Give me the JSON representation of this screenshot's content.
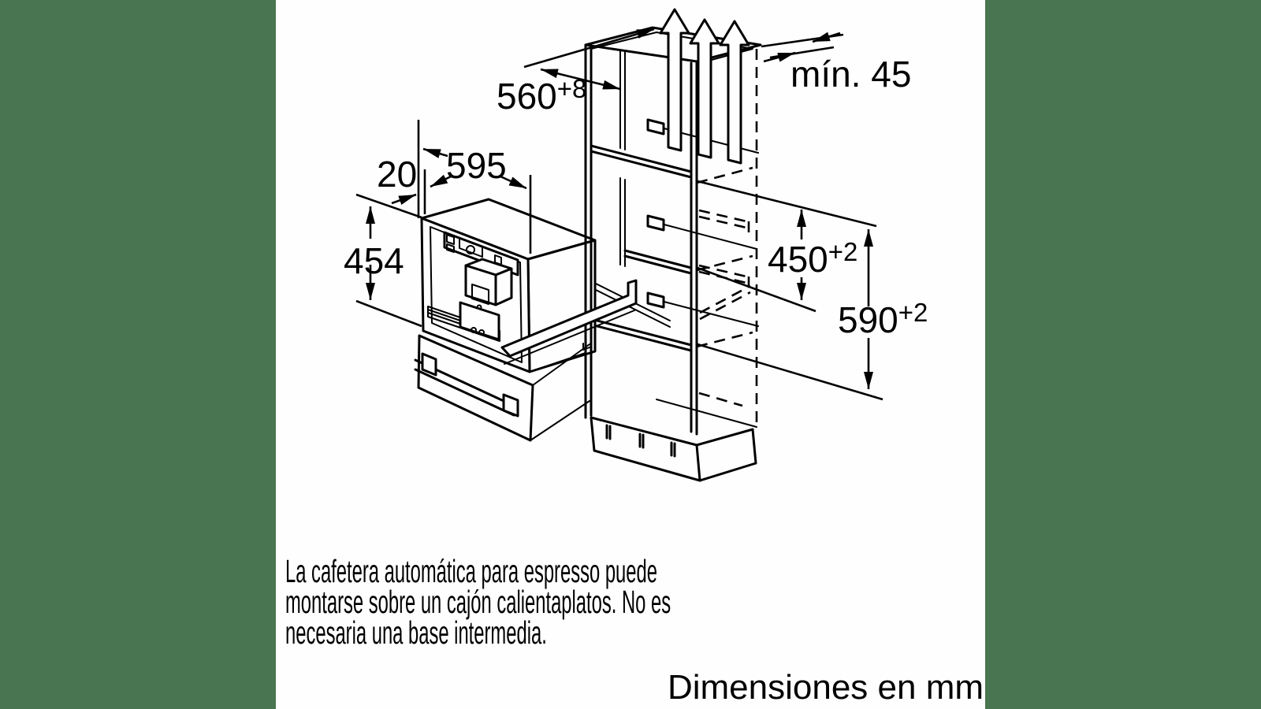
{
  "colors": {
    "letterbox_green": "#4a7551",
    "paper_white": "#fefefe",
    "ink_black": "#000000"
  },
  "dimensions": {
    "niche_width": {
      "value": "560",
      "tolerance": "+8"
    },
    "rear_gap": {
      "label": "mín. 45"
    },
    "front_protrusion": {
      "value": "20"
    },
    "appliance_width": {
      "value": "595"
    },
    "appliance_height": {
      "value": "454"
    },
    "niche_height": {
      "value": "450",
      "tolerance": "+2"
    },
    "total_height": {
      "value": "590",
      "tolerance": "+2"
    }
  },
  "caption": {
    "line1": "La cafetera automática para espresso puede",
    "line2": "montarse sobre un cajón calientaplatos. No es",
    "line3": "necesaria una base intermedia."
  },
  "footer": {
    "units_note": "Dimensiones en mm"
  }
}
